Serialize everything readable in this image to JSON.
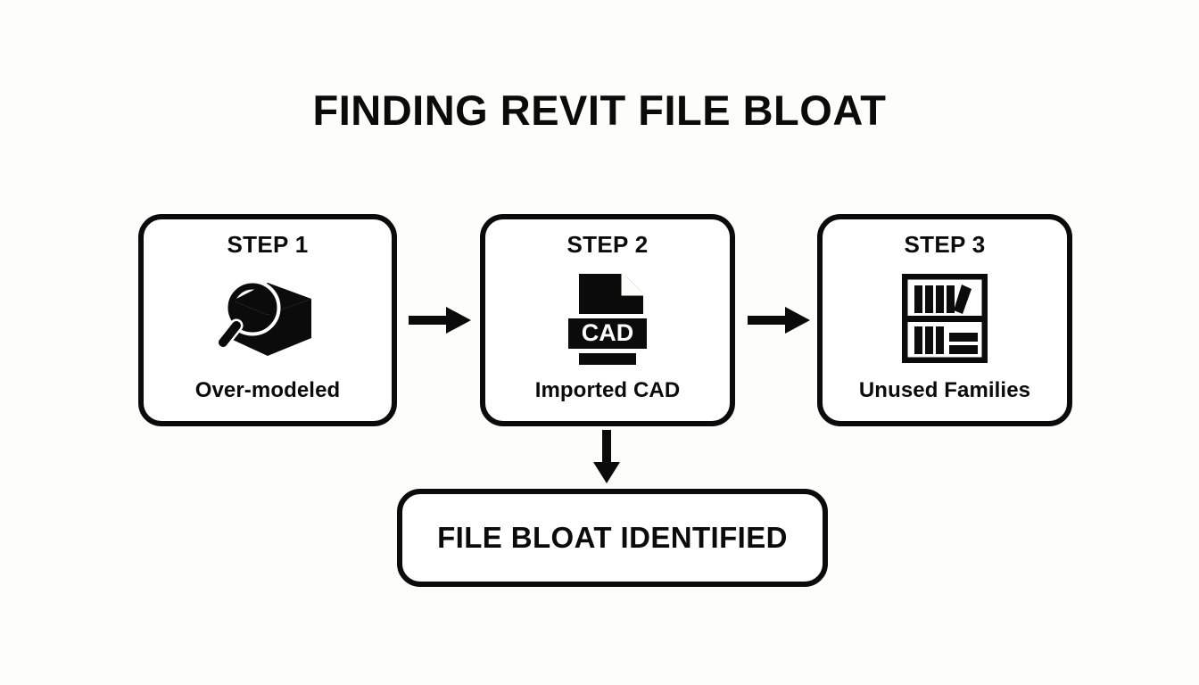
{
  "diagram": {
    "title": "FINDING REVIT FILE BLOAT",
    "background_color": "#fdfdfc",
    "line_color": "#0b0b0b",
    "steps": [
      {
        "step_label": "STEP 1",
        "caption": "Over-modeled",
        "icon": "magnifier-over-cube-icon"
      },
      {
        "step_label": "STEP 2",
        "caption": "Imported CAD",
        "icon": "cad-file-icon",
        "icon_text": "CAD"
      },
      {
        "step_label": "STEP 3",
        "caption": "Unused Families",
        "icon": "bookshelf-icon"
      }
    ],
    "connectors": [
      {
        "name": "arrow-step1-to-step2",
        "direction": "right"
      },
      {
        "name": "arrow-step2-to-step3",
        "direction": "right"
      },
      {
        "name": "arrow-step2-to-result",
        "direction": "down"
      }
    ],
    "result": {
      "label": "FILE BLOAT IDENTIFIED"
    }
  }
}
